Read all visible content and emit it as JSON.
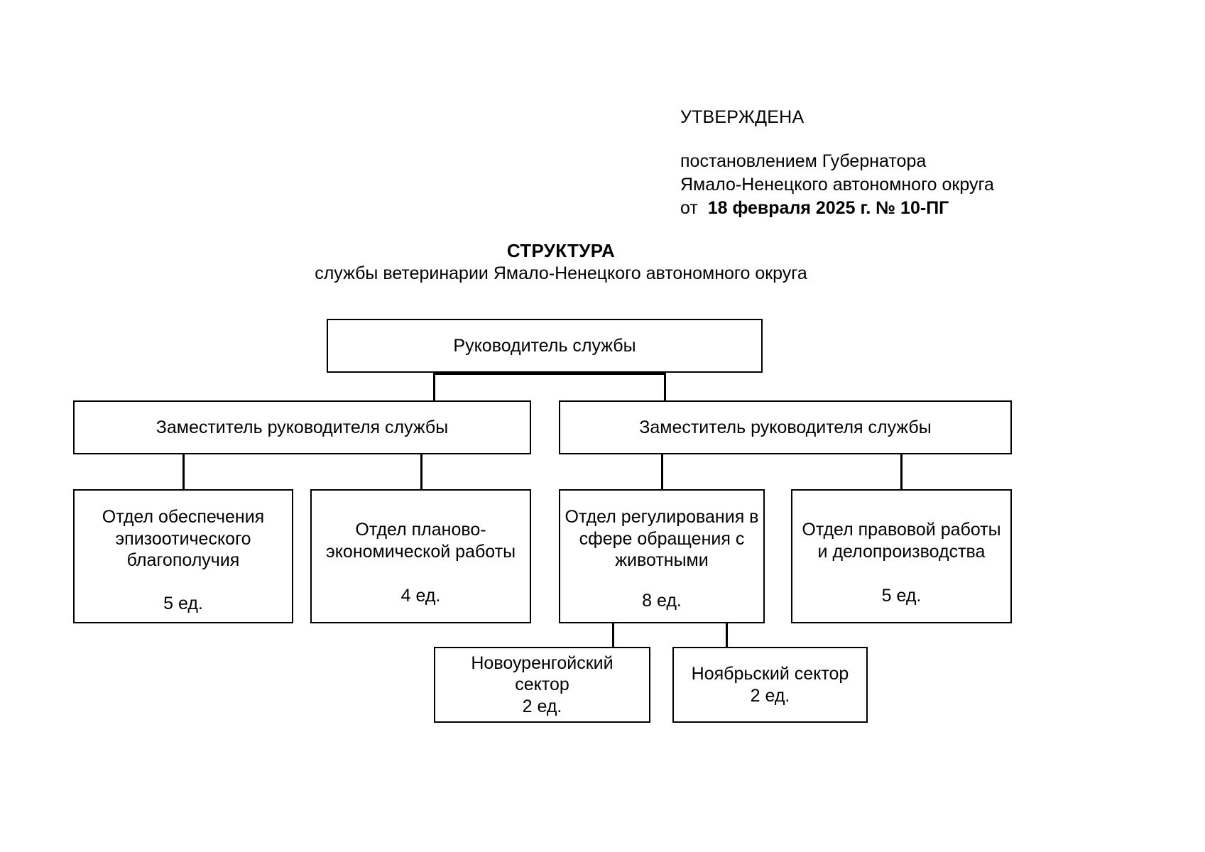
{
  "approval": {
    "heading": "УТВЕРЖДЕНА",
    "line1": "постановлением Губернатора",
    "line2": "Ямало-Ненецкого автономного округа",
    "date_prefix": "от",
    "date_value": "18 февраля 2025 г. № 10-ПГ"
  },
  "document": {
    "title": "СТРУКТУРА",
    "subtitle": "службы ветеринарии Ямало-Ненецкого автономного округа"
  },
  "chart_data": {
    "type": "diagram",
    "orientation": "top-down",
    "nodes": {
      "head": {
        "label": "Руководитель службы",
        "count": ""
      },
      "deputy_left": {
        "label": "Заместитель руководителя службы",
        "count": ""
      },
      "deputy_right": {
        "label": "Заместитель руководителя службы",
        "count": ""
      },
      "dept_epizootic": {
        "label": "Отдел обеспечения\nэпизоотического\nблагополучия",
        "count": "5 ед."
      },
      "dept_planning": {
        "label": "Отдел планово-\nэкономической работы",
        "count": "4 ед."
      },
      "dept_animals": {
        "label": "Отдел регулирования в\nсфере обращения с\nживотными",
        "count": "8 ед."
      },
      "dept_legal": {
        "label": "Отдел правовой работы\nи делопроизводства",
        "count": "5 ед."
      },
      "sector_novyurengoy": {
        "label": "Новоуренгойский\nсектор\n2 ед.",
        "count": ""
      },
      "sector_noyabrsk": {
        "label": "Ноябрьский сектор\n2 ед.",
        "count": ""
      }
    },
    "edges": [
      {
        "from": "head",
        "to": "deputy_left"
      },
      {
        "from": "head",
        "to": "deputy_right"
      },
      {
        "from": "deputy_left",
        "to": "dept_epizootic"
      },
      {
        "from": "deputy_left",
        "to": "dept_planning"
      },
      {
        "from": "deputy_right",
        "to": "dept_animals"
      },
      {
        "from": "deputy_right",
        "to": "dept_legal"
      },
      {
        "from": "dept_animals",
        "to": "sector_novyurengoy"
      },
      {
        "from": "dept_animals",
        "to": "sector_noyabrsk"
      }
    ],
    "colors": {
      "border": "#000000",
      "background": "#ffffff",
      "text": "#000000"
    }
  }
}
